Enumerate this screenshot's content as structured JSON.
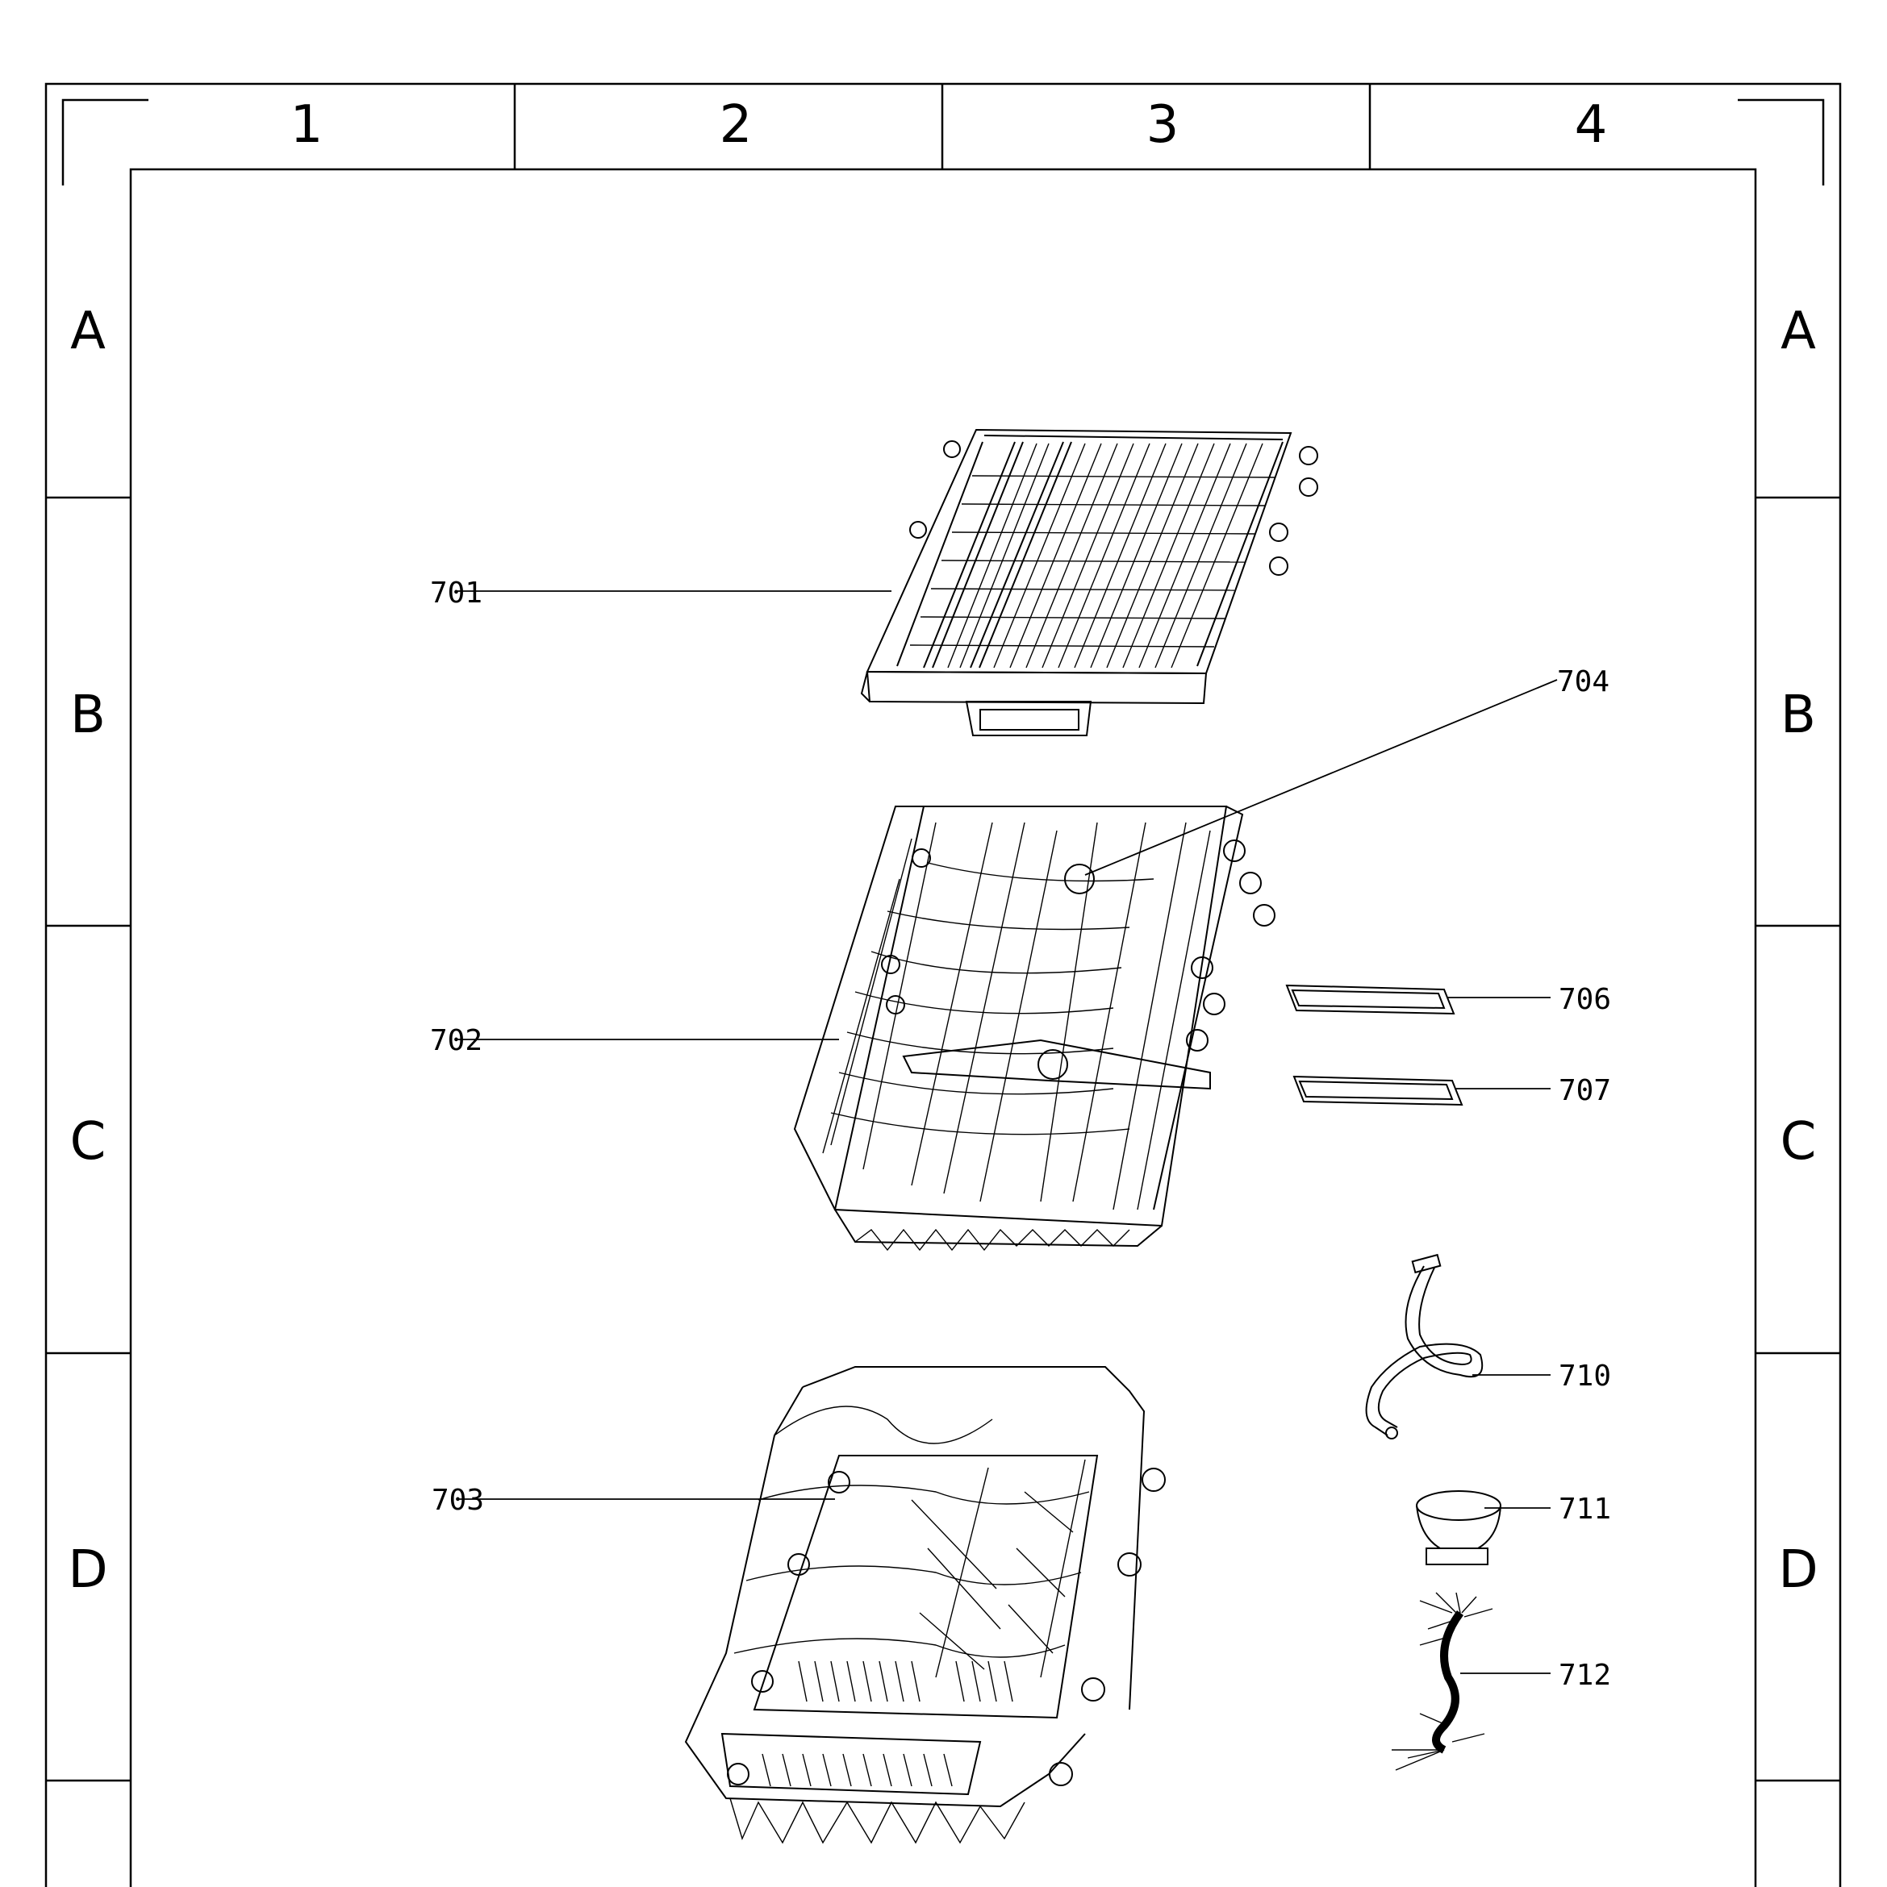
{
  "grid": {
    "columns": [
      "1",
      "2",
      "3",
      "4"
    ],
    "rows": [
      "A",
      "B",
      "C",
      "D"
    ]
  },
  "callouts": [
    {
      "id": "701",
      "label": "701"
    },
    {
      "id": "702",
      "label": "702"
    },
    {
      "id": "703",
      "label": "703"
    },
    {
      "id": "704",
      "label": "704"
    },
    {
      "id": "706",
      "label": "706"
    },
    {
      "id": "707",
      "label": "707"
    },
    {
      "id": "710",
      "label": "710"
    },
    {
      "id": "711",
      "label": "711"
    },
    {
      "id": "712",
      "label": "712"
    }
  ],
  "colors": {
    "line": "#000000",
    "background": "#ffffff"
  }
}
